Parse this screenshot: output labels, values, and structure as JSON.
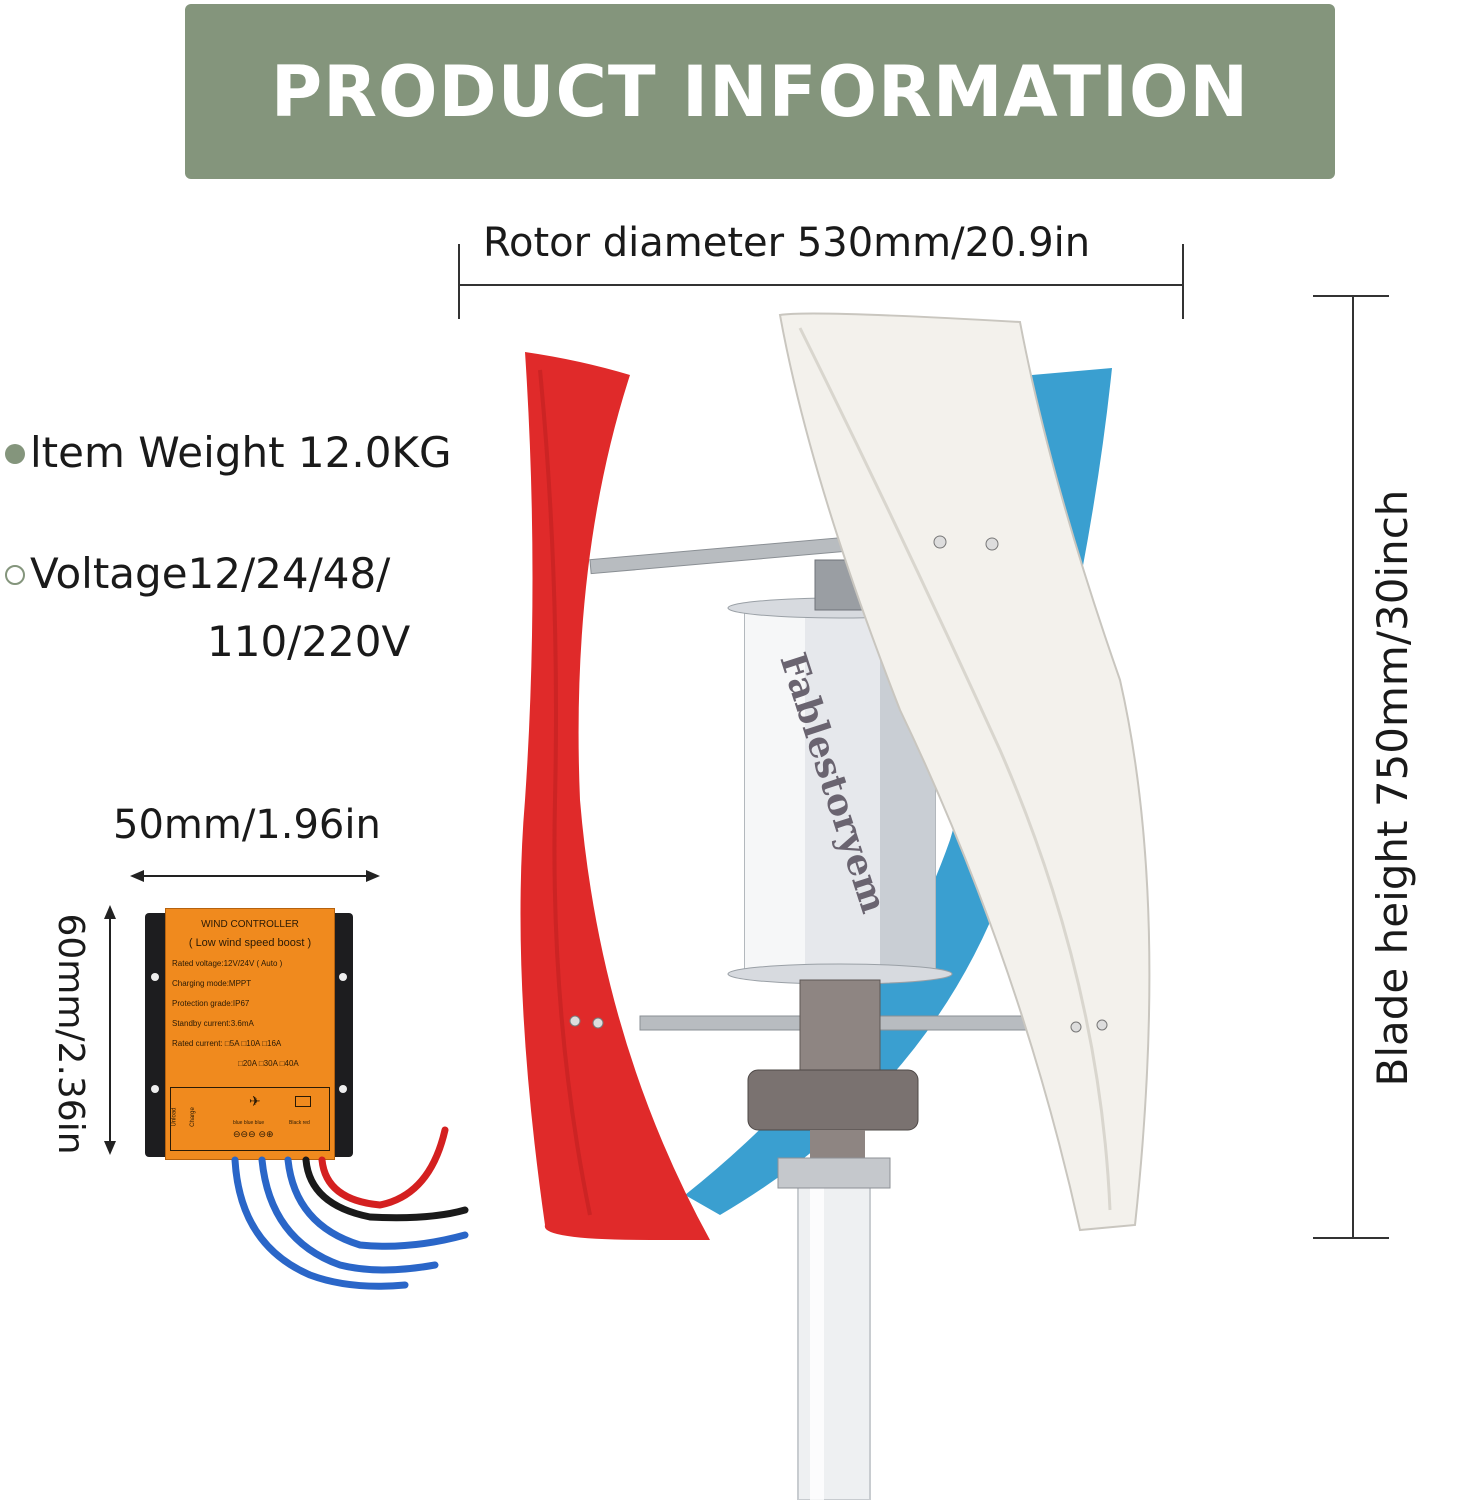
{
  "header": {
    "title": "PRODUCT INFORMATION"
  },
  "dimensions": {
    "rotor_diameter": "Rotor diameter 530mm/20.9in",
    "blade_height": "Blade height 750mm/30inch",
    "controller_width": "50mm/1.96in",
    "controller_height": "60mm/2.36in"
  },
  "specs": {
    "weight": "ltem Weight 12.0KG",
    "voltage_line1": "Voltage12/24/48/",
    "voltage_line2": "110/220V"
  },
  "watermark": "Fablestoryem",
  "controller": {
    "title": "WIND CONTROLLER",
    "subtitle": "( Low wind speed boost )",
    "rated_voltage": "Rated voltage:12V/24V ( Auto )",
    "charging_mode": "Charging mode:MPPT",
    "protection": "Protection grade:IP67",
    "standby": "Standby current:3.6mA",
    "rated_current": "Rated current: □5A □10A □16A",
    "rated_current2": "□20A □30A □40A",
    "wire_labels": [
      "blue blue blue",
      "Black red"
    ],
    "side_labels": [
      "Unload",
      "Charge"
    ]
  },
  "colors": {
    "banner": "#84957c",
    "blade_red": "#e02a2a",
    "blade_white": "#f3f1ec",
    "blade_blue": "#3a9fd0",
    "controller_orange": "#f08a1e"
  }
}
